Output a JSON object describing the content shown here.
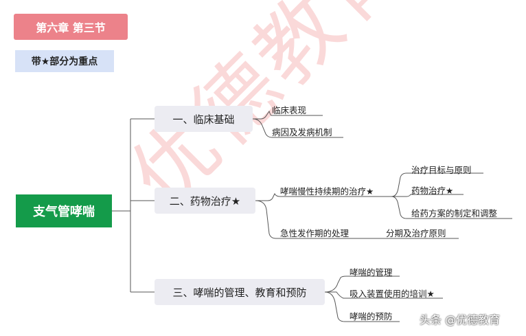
{
  "header": {
    "chapter_tag": "第六章  第三节",
    "key_note": "带★部分为重点"
  },
  "mindmap": {
    "root": "支气管哮喘",
    "branches": [
      {
        "label": "一、临床基础",
        "children": [
          "临床表现",
          "病因及发病机制"
        ]
      },
      {
        "label": "二、药物治疗★",
        "children": [
          {
            "label": "哮喘慢性持续期的治疗★",
            "children": [
              "治疗目标与原则",
              "药物治疗★",
              "给药方案的制定和调整"
            ]
          },
          {
            "label": "急性发作期的处理",
            "children": [
              "分期及治疗原则"
            ]
          }
        ]
      },
      {
        "label": "三、哮喘的管理、教育和预防",
        "children": [
          "哮喘的管理",
          "吸入装置使用的培训★",
          "哮喘的预防"
        ]
      }
    ]
  },
  "watermark": "优德教育",
  "credit": "头条 @优德教育",
  "colors": {
    "root_bg": "#149b4a",
    "chapter_bg": "#ec828a",
    "key_bg": "#d7e2f7",
    "branch_bg": "#ececf2",
    "line": "#666666"
  }
}
